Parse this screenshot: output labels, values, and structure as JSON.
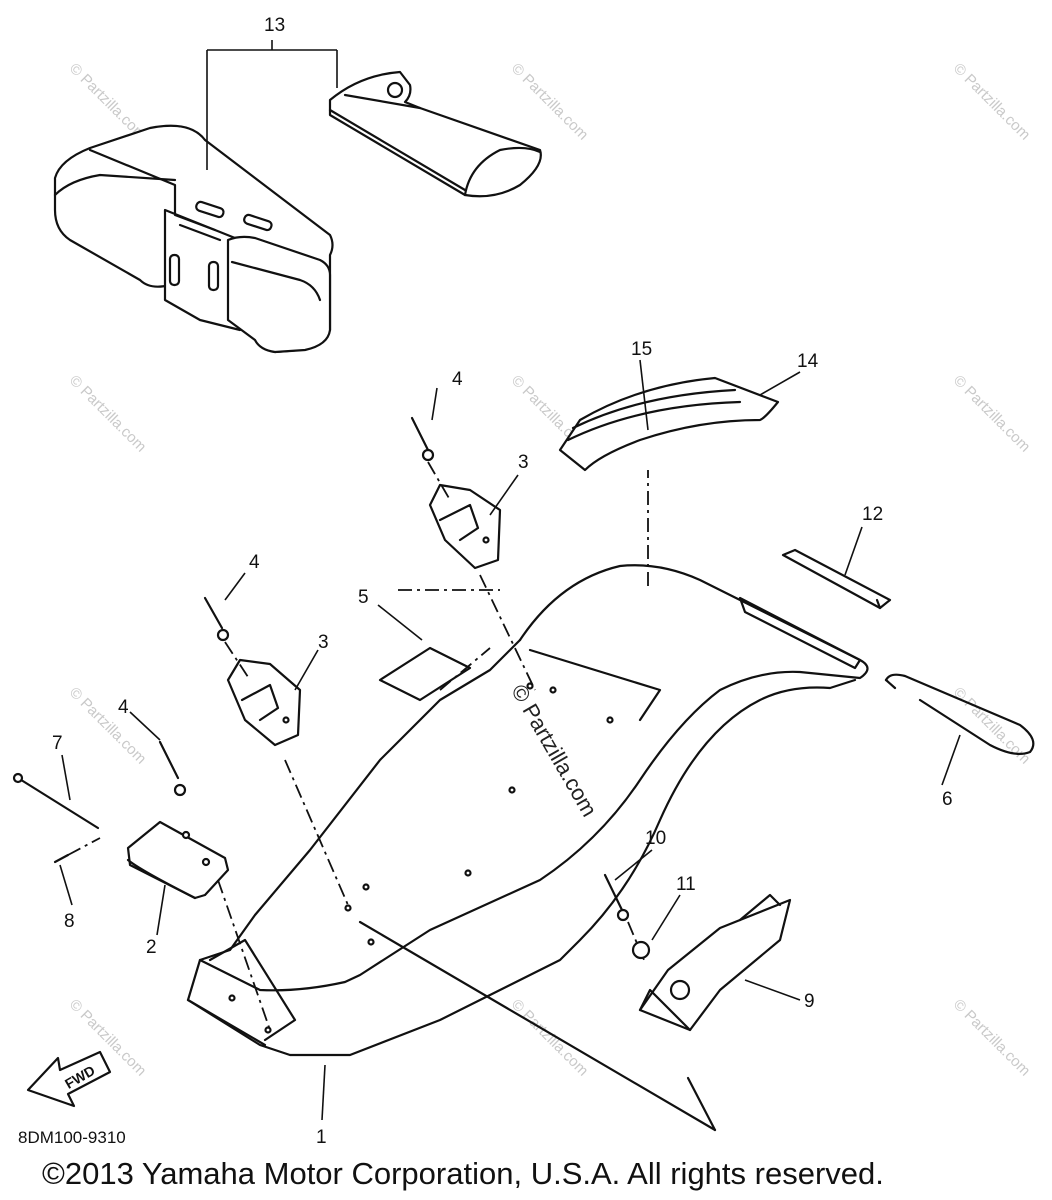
{
  "callouts": {
    "c1": "1",
    "c2": "2",
    "c3a": "3",
    "c3b": "3",
    "c4a": "4",
    "c4b": "4",
    "c4c": "4",
    "c5": "5",
    "c6": "6",
    "c7": "7",
    "c8": "8",
    "c9": "9",
    "c10": "10",
    "c11": "11",
    "c12": "12",
    "c13": "13",
    "c14": "14",
    "c15": "15"
  },
  "fwd_label": "FWD",
  "diagram_code": "8DM100-9310",
  "copyright": "©2013 Yamaha Motor Corporation, U.S.A. All rights reserved.",
  "watermark": {
    "small": "© Partzilla.com",
    "center": "© Partzilla.com"
  },
  "colors": {
    "ink": "#111111",
    "watermark": "#c9c9c9",
    "background": "#ffffff"
  }
}
